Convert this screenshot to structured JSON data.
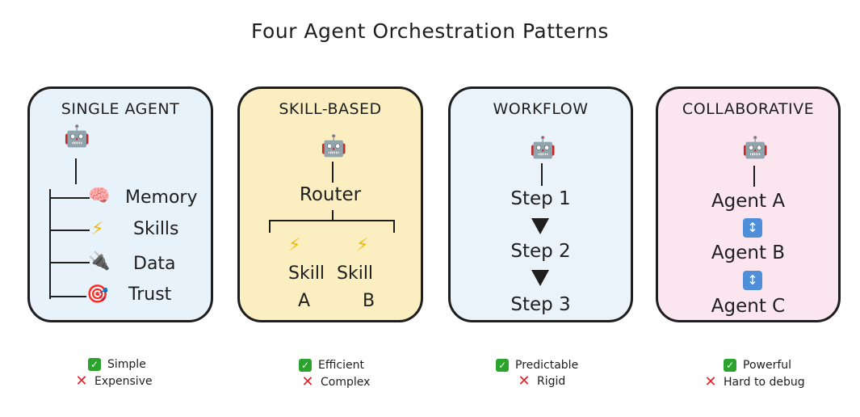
{
  "title": "Four Agent Orchestration Patterns",
  "icons": {
    "robot": "🤖",
    "brain": "🧠",
    "lightning": "⚡",
    "plug": "🔌",
    "target": "🎯",
    "updown": "↕",
    "check": "✓",
    "cross": "✕"
  },
  "colors": {
    "single_bg": "#e8f2fb",
    "skill_bg": "#fbefc2",
    "workflow_bg": "#ebf3fa",
    "collab_bg": "#fbe6ef",
    "check": "#2ca32c",
    "cross": "#e0232a",
    "updown": "#4f8ed8"
  },
  "patterns": [
    {
      "title": "SINGLE AGENT",
      "items": [
        "Memory",
        "Skills",
        "Data",
        "Trust"
      ],
      "pro": "Simple",
      "con": "Expensive"
    },
    {
      "title": "SKILL-BASED",
      "router": "Router",
      "skills": [
        {
          "word": "Skill",
          "letter": "A"
        },
        {
          "word": "Skill",
          "letter": "B"
        }
      ],
      "pro": "Efficient",
      "con": "Complex"
    },
    {
      "title": "WORKFLOW",
      "steps": [
        "Step 1",
        "Step 2",
        "Step 3"
      ],
      "pro": "Predictable",
      "con": "Rigid"
    },
    {
      "title": "COLLABORATIVE",
      "agents": [
        "Agent A",
        "Agent B",
        "Agent C"
      ],
      "pro": "Powerful",
      "con": "Hard to debug"
    }
  ]
}
